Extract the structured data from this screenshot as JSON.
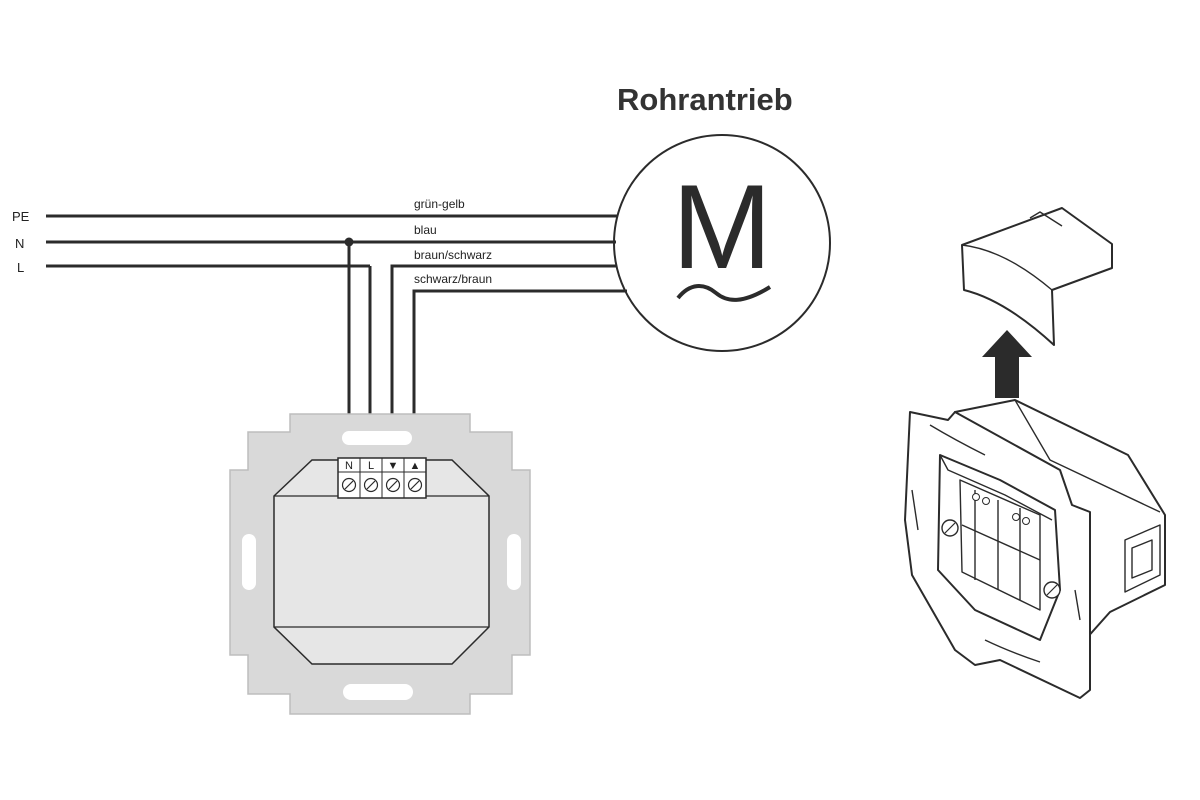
{
  "motor": {
    "title": "Rohrantrieb",
    "symbol": "M",
    "ac_symbol": "~"
  },
  "supply_lines": [
    "PE",
    "N",
    "L"
  ],
  "wire_labels": [
    "grün-gelb",
    "blau",
    "braun/schwarz",
    "schwarz/braun"
  ],
  "terminals": [
    "N",
    "L",
    "▼",
    "▲"
  ],
  "colors": {
    "wire": "#2b2b2b",
    "frame_gray": "#d9d9d9",
    "insert_gray": "#e6e6e6",
    "title": "#333333"
  },
  "icons": [
    "arrow-up-icon",
    "screw-terminal-icon"
  ]
}
